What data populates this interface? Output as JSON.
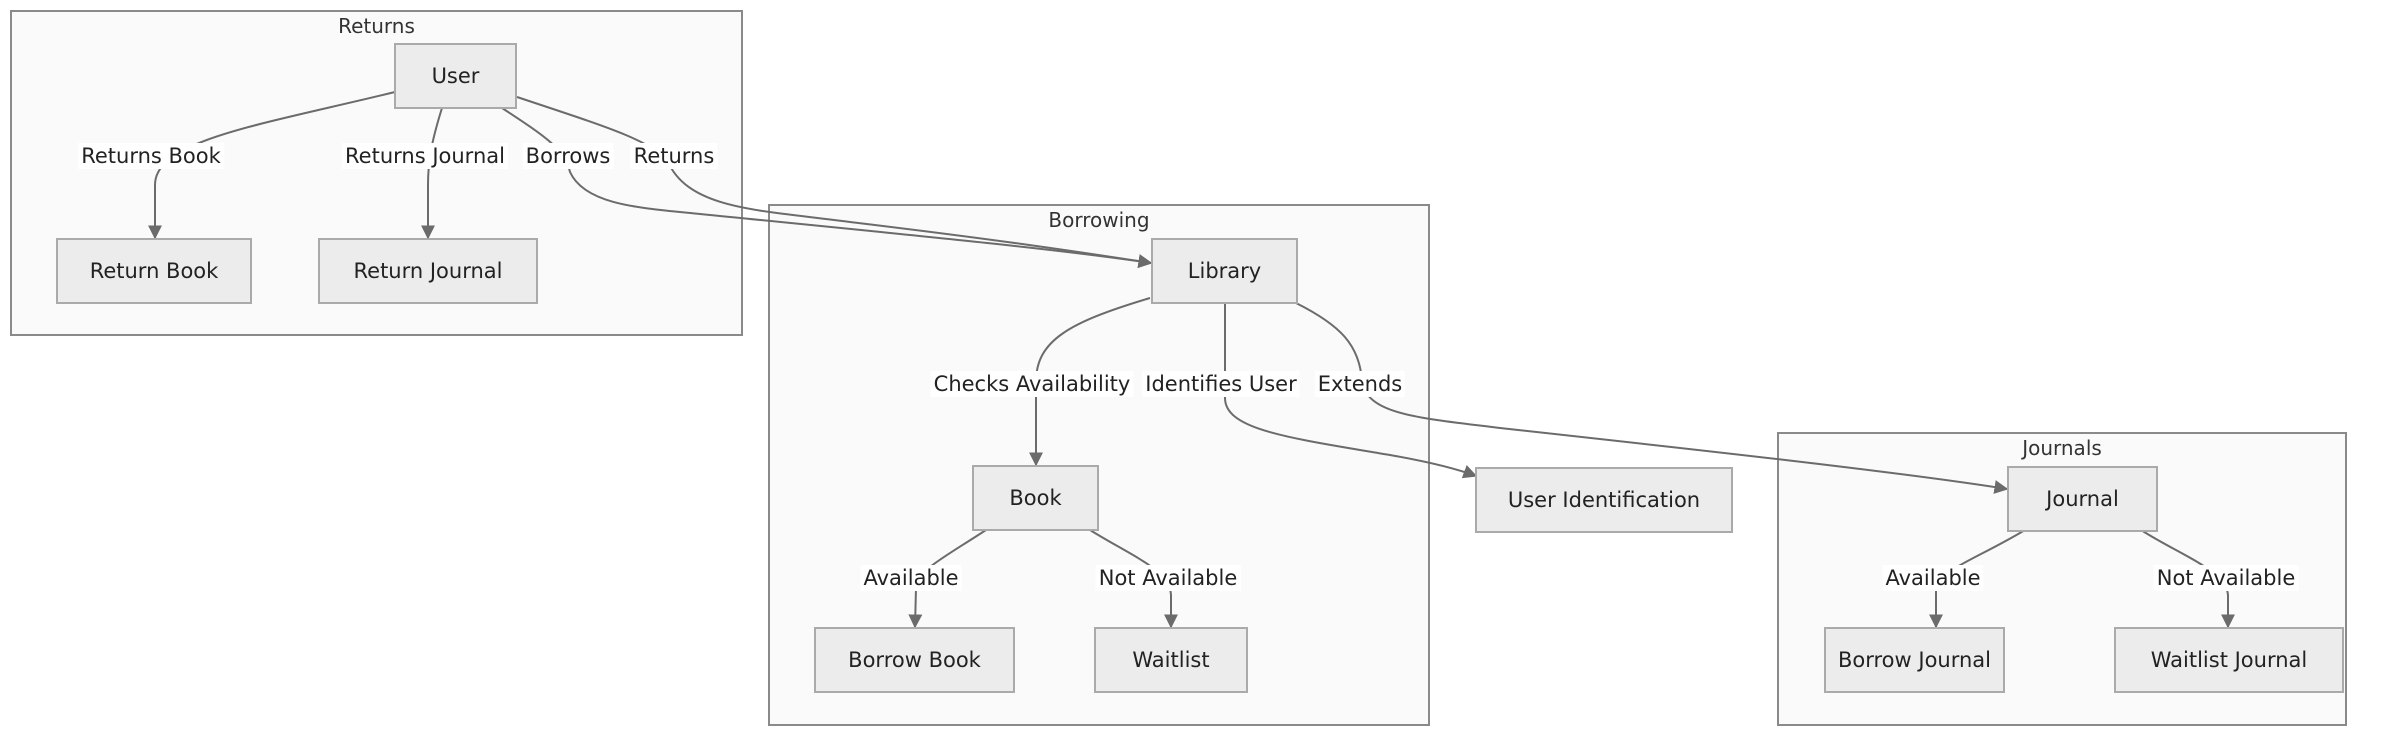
{
  "diagram": {
    "colors": {
      "edge": "#6b6b6b",
      "node_fill": "#ececec",
      "node_border": "#aaaaaa",
      "group_fill": "#fafafa",
      "group_border": "#8a8a8a"
    },
    "groups": {
      "returns": {
        "title": "Returns"
      },
      "borrowing": {
        "title": "Borrowing"
      },
      "journals": {
        "title": "Journals"
      }
    },
    "nodes": {
      "user": "User",
      "return_book": "Return Book",
      "return_journal": "Return Journal",
      "library": "Library",
      "book": "Book",
      "borrow_book": "Borrow Book",
      "waitlist": "Waitlist",
      "user_identification": "User Identification",
      "journal": "Journal",
      "borrow_journal": "Borrow Journal",
      "waitlist_journal": "Waitlist Journal"
    },
    "edges": [
      {
        "id": "user-returnbook",
        "from": "user",
        "to": "return_book",
        "label": "Returns Book"
      },
      {
        "id": "user-returnjournal",
        "from": "user",
        "to": "return_journal",
        "label": "Returns Journal"
      },
      {
        "id": "user-library-borrows",
        "from": "user",
        "to": "library",
        "label": "Borrows"
      },
      {
        "id": "user-library-returns",
        "from": "user",
        "to": "library",
        "label": "Returns"
      },
      {
        "id": "library-book",
        "from": "library",
        "to": "book",
        "label": "Checks Availability"
      },
      {
        "id": "library-useridentification",
        "from": "library",
        "to": "user_identification",
        "label": "Identifies User"
      },
      {
        "id": "library-journal",
        "from": "library",
        "to": "journal",
        "label": "Extends"
      },
      {
        "id": "book-borrowbook",
        "from": "book",
        "to": "borrow_book",
        "label": "Available"
      },
      {
        "id": "book-waitlist",
        "from": "book",
        "to": "waitlist",
        "label": "Not Available"
      },
      {
        "id": "journal-borrowjournal",
        "from": "journal",
        "to": "borrow_journal",
        "label": "Available"
      },
      {
        "id": "journal-waitlistjournal",
        "from": "journal",
        "to": "waitlist_journal",
        "label": "Not Available"
      }
    ]
  }
}
